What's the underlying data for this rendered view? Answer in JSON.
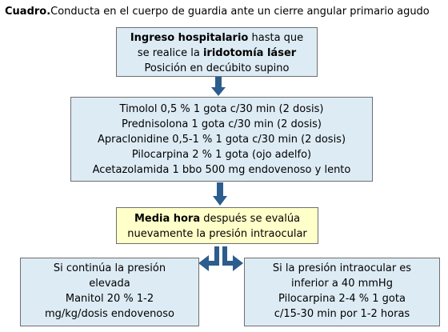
{
  "title": {
    "bold": "Cuadro.",
    "text": "Conducta en el cuerpo de guardia ante un cierre angular primario agudo"
  },
  "box1": {
    "l1_bold": "Ingreso hospitalario",
    "l1_rest": " hasta que",
    "l2_pre": "se realice la ",
    "l2_bold": "iridotomía láser",
    "l3": "Posición en decúbito supino"
  },
  "box2": {
    "lines": [
      "Timolol 0,5 % 1 gota c/30 min (2 dosis)",
      "Prednisolona 1 gota c/30 min (2 dosis)",
      "Apraclonidine 0,5-1 % 1 gota c/30 min (2 dosis)",
      "Pilocarpina 2 % 1 gota (ojo adelfo)",
      "Acetazolamida 1 bbo 500 mg endovenoso y lento"
    ]
  },
  "box3": {
    "l1_bold": "Media hora",
    "l1_rest": " después se evalúa",
    "l2": "nuevamente la presión intraocular"
  },
  "box4": {
    "lines": [
      "Si continúa la presión",
      "elevada",
      "Manitol 20 % 1-2",
      "mg/kg/dosis endovenoso"
    ]
  },
  "box5": {
    "lines": [
      "Si la presión intraocular es",
      "inferior a 40 mmHg",
      "Pilocarpina 2-4 % 1 gota",
      "c/15-30 min por 1-2 horas"
    ]
  },
  "colors": {
    "box_fill": "#ddebf4",
    "highlight_fill": "#ffffc9",
    "arrow": "#2c5d8e",
    "border": "#6f6f6f"
  }
}
